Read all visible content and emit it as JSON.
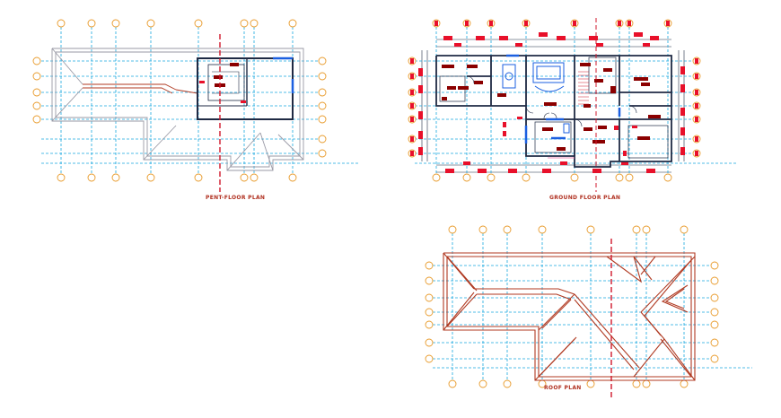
{
  "plans": {
    "pent_floor": {
      "label": "PENT-FLOOR PLAN"
    },
    "ground_floor": {
      "label": "GROUND FLOOR PLAN"
    },
    "roof": {
      "label": "ROOF PLAN"
    }
  },
  "colors": {
    "grid": "#1aa7e0",
    "bubble": "#e89a2a",
    "wall": "#1f2a44",
    "roof_edge": "#b03a22",
    "roof_ridge": "#9a9aa6",
    "section": "#d0182c",
    "accent_blue": "#1b5fe0",
    "tag": "#e8102a",
    "furniture": "#8b0000",
    "label": "#b03020"
  }
}
